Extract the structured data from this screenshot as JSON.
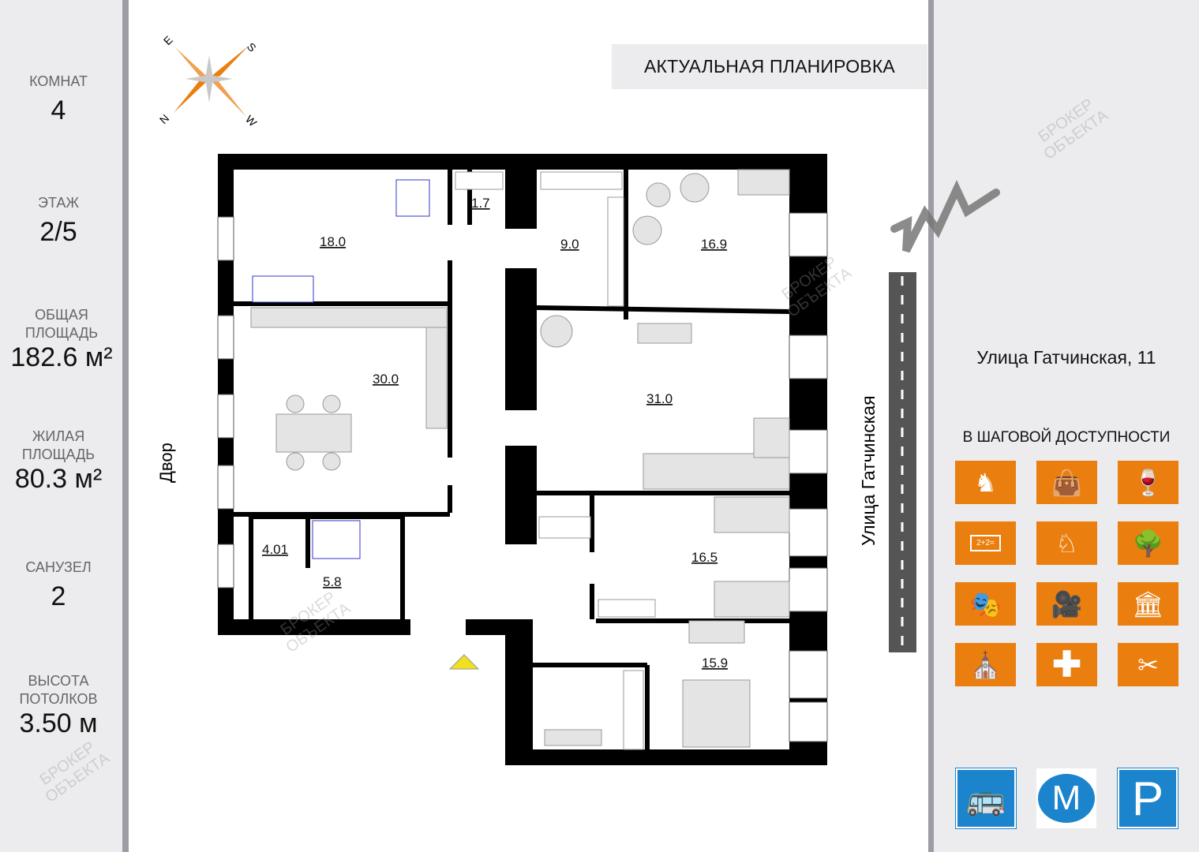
{
  "header": {
    "title": "АКТУАЛЬНАЯ ПЛАНИРОВКА"
  },
  "stats": [
    {
      "label": "КОМНАТ",
      "value": "4"
    },
    {
      "label": "ЭТАЖ",
      "value": "2/5"
    },
    {
      "label": "ОБЩАЯ ПЛОЩАДЬ",
      "value": "182.6 м²"
    },
    {
      "label": "ЖИЛАЯ ПЛОЩАДЬ",
      "value": "80.3 м²"
    },
    {
      "label": "САНУЗЕЛ",
      "value": "2"
    },
    {
      "label": "ВЫСОТА ПОТОЛКОВ",
      "value": "3.50 м"
    }
  ],
  "compass": {
    "e": "E",
    "s": "S",
    "n": "N",
    "w": "W"
  },
  "plan": {
    "yard_label": "Двор",
    "street_label": "Улица Гатчинская",
    "rooms": [
      "18.0",
      "1.7",
      "9.0",
      "16.9",
      "30.0",
      "31.0",
      "4.01",
      "5.8",
      "16.5",
      "15.9"
    ]
  },
  "watermark": "БРОКЕР ОБЪЕКТА",
  "address": "Улица Гатчинская, 11",
  "walking": {
    "title": "В ШАГОВОЙ ДОСТУПНОСТИ",
    "icons": [
      "monument-icon",
      "shopping-icon",
      "restaurant-icon",
      "school-icon",
      "kindergarten-icon",
      "park-icon",
      "theatre-icon",
      "cinema-icon",
      "museum-icon",
      "church-icon",
      "medical-icon",
      "barber-icon"
    ],
    "school_board_text": "2+2="
  },
  "transport": [
    "bus-icon",
    "metro-icon",
    "parking-icon"
  ],
  "colors": {
    "accent": "#ea7f10",
    "transport_blue": "#1b84cc",
    "panel": "#ececee"
  }
}
